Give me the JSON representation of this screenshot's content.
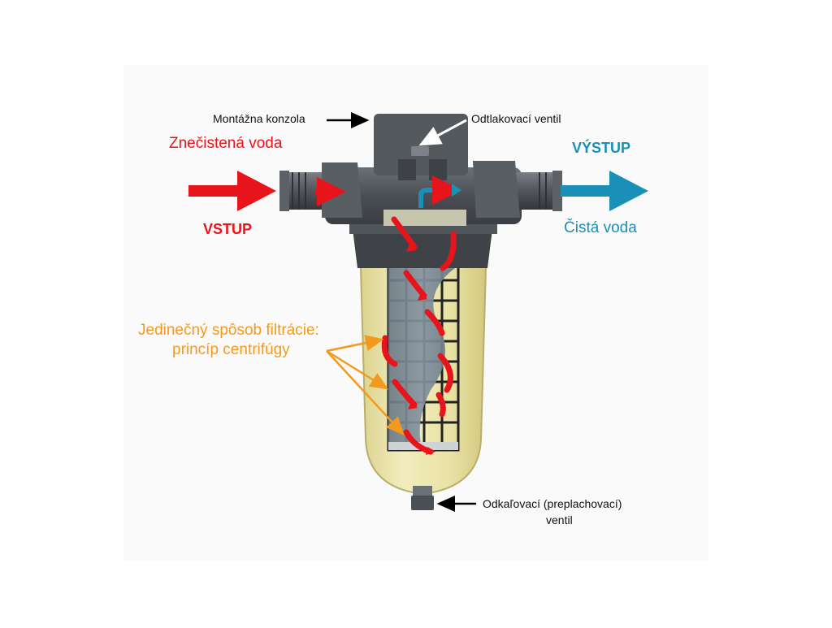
{
  "labels": {
    "mounting_bracket": "Montážna konzola",
    "relief_valve": "Odtlakovací ventil",
    "dirty_water": "Znečistená voda",
    "inlet": "VSTUP",
    "outlet": "VÝSTUP",
    "clean_water": "Čistá voda",
    "filtration_line1": "Jedinečný spôsob filtrácie:",
    "filtration_line2": "princíp centrifúgy",
    "flush_valve_line1": "Odkaľovací (preplachovací)",
    "flush_valve_line2": "ventil"
  },
  "colors": {
    "inlet": "#e8141b",
    "outlet": "#1a8fb8",
    "accent": "#f39a1e",
    "housing": "#4a4f55",
    "bowl": "#e6df9a"
  }
}
